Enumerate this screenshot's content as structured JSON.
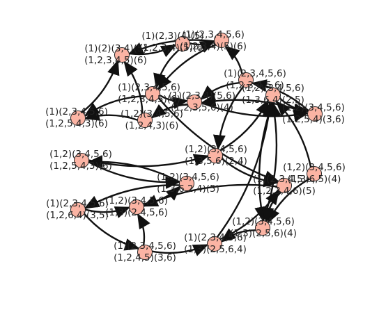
{
  "colors": {
    "node_fill": "#fbb4a4",
    "node_stroke": "#222222",
    "edge": "#111111",
    "background": "#ffffff"
  },
  "nodes": [
    {
      "id": "n1",
      "labels": [
        "(1)(2,3)(4)(5)",
        "(1,2,3,4)(5)(6)"
      ]
    },
    {
      "id": "n2",
      "labels": [
        "(1)(2)(3,4)(5)",
        "(1,2,3,4,5)(6)"
      ]
    },
    {
      "id": "n3",
      "labels": [
        "(1)(2,3,4,5,6)",
        "(1,2,3,4)(5)(6)"
      ]
    },
    {
      "id": "n4",
      "labels": [
        "(1)(2,3,4,5,6)",
        "(1,2,3,4,5,6)"
      ]
    },
    {
      "id": "n5",
      "labels": [
        "(1)(2,3,4,5,6)",
        "(1,2,5,4,3)(6)"
      ]
    },
    {
      "id": "n6",
      "labels": [
        "(1)(2,3,4,5,6)",
        "(1,2,3,4,5)(6)"
      ]
    },
    {
      "id": "n7",
      "labels": [
        "(1,2)(3,4,5,6)",
        "(1,2,4,3)(6)"
      ]
    },
    {
      "id": "n8",
      "labels": [
        "(1)(2,3,4)(5,6)",
        "(1,2,3,5,6)(4)"
      ]
    },
    {
      "id": "n9",
      "labels": [
        "(1,2)(3,4,5,6)",
        "(1,2,5,4,3)(6)"
      ]
    },
    {
      "id": "n10",
      "labels": [
        "(1,2)(3,4,5,6)",
        "(1,2,5,4)(3,6)"
      ]
    },
    {
      "id": "n11",
      "labels": [
        "(1,2)(3,4,5,6)",
        "(1,3,6,2,4)(5)"
      ]
    },
    {
      "id": "n12",
      "labels": [
        "(1,2)(3,4,5,6)",
        "(1,3,5,6)(2,4)"
      ]
    },
    {
      "id": "n13",
      "labels": [
        "(1)(2,3,4,5,6)",
        "(1,2,3,4,6)(5)"
      ]
    },
    {
      "id": "n14",
      "labels": [
        "(1,2)(3,4,5,6)",
        "(1,3,6,5)(4)"
      ]
    },
    {
      "id": "n15",
      "labels": [
        "(1,2)(3,4,5,6)",
        "(1,3,6,4)(2,5)"
      ]
    },
    {
      "id": "n16",
      "labels": [
        "(1)(2,3,4,5,6)",
        "(1,2,6,4)(3,5)"
      ]
    },
    {
      "id": "n17",
      "labels": [
        "(1,2)(3,4,5,6)",
        "(1,3)(2,4,5,6)"
      ]
    },
    {
      "id": "n18",
      "labels": [
        "(1,2)(3,4,5,6)",
        "(1,3)(2,5,6)(4)"
      ]
    },
    {
      "id": "n19",
      "labels": [
        "(1)(2,3,4,5,6)",
        "(1,2,4,5)(3,6)"
      ]
    },
    {
      "id": "n20",
      "labels": [
        "(1)(2,3,4,5,6)",
        "(1,3)(2,5,6,4)"
      ]
    }
  ],
  "edges": [
    [
      "n2",
      "n1"
    ],
    [
      "n1",
      "n3"
    ],
    [
      "n3",
      "n2"
    ],
    [
      "n1",
      "n6"
    ],
    [
      "n3",
      "n6"
    ],
    [
      "n4",
      "n3"
    ],
    [
      "n4",
      "n8"
    ],
    [
      "n10",
      "n4"
    ],
    [
      "n4",
      "n12"
    ],
    [
      "n8",
      "n7"
    ],
    [
      "n6",
      "n5"
    ],
    [
      "n5",
      "n2"
    ],
    [
      "n7",
      "n5"
    ],
    [
      "n7",
      "n2"
    ],
    [
      "n6",
      "n8"
    ],
    [
      "n9",
      "n11"
    ],
    [
      "n11",
      "n9"
    ],
    [
      "n6",
      "n13"
    ],
    [
      "n12",
      "n13"
    ],
    [
      "n9",
      "n12"
    ],
    [
      "n11",
      "n16"
    ],
    [
      "n13",
      "n17"
    ],
    [
      "n17",
      "n11"
    ],
    [
      "n16",
      "n17"
    ],
    [
      "n16",
      "n19"
    ],
    [
      "n19",
      "n17"
    ],
    [
      "n19",
      "n20"
    ],
    [
      "n20",
      "n13"
    ],
    [
      "n12",
      "n15"
    ],
    [
      "n14",
      "n15"
    ],
    [
      "n18",
      "n15"
    ],
    [
      "n15",
      "n18"
    ],
    [
      "n14",
      "n18"
    ],
    [
      "n20",
      "n15"
    ],
    [
      "n18",
      "n20"
    ],
    [
      "n13",
      "n18"
    ],
    [
      "n15",
      "n10"
    ],
    [
      "n10",
      "n8"
    ],
    [
      "n8",
      "n10"
    ]
  ]
}
